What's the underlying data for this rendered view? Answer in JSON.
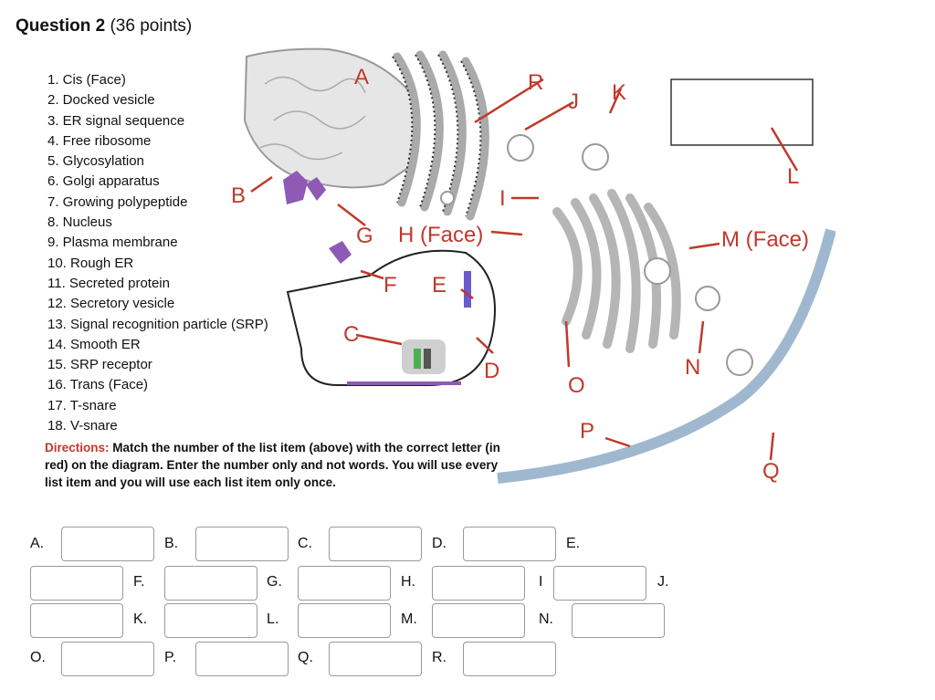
{
  "question": {
    "title": "Question 2",
    "points": "(36 points)"
  },
  "list_items": [
    "1. Cis (Face)",
    "2. Docked vesicle",
    "3. ER signal sequence",
    "4. Free ribosome",
    "5. Glycosylation",
    "6. Golgi apparatus",
    "7. Growing polypeptide",
    "8. Nucleus",
    "9. Plasma membrane",
    "10. Rough ER",
    "11. Secreted protein",
    "12. Secretory vesicle",
    "13. Signal recognition particle (SRP)",
    "14. Smooth ER",
    "15. SRP receptor",
    "16. Trans (Face)",
    "17. T-snare",
    "18. V-snare"
  ],
  "directions": {
    "lead": "Directions:",
    "text": "Match the number of the list item (above) with the correct letter (in red) on the diagram.  Enter the number only and not words.  You will use every list item and you will use each list item only once."
  },
  "diagram_labels": {
    "A": "A",
    "B": "B",
    "C": "C",
    "D": "D",
    "E": "E",
    "F": "F",
    "G": "G",
    "H": "H (Face)",
    "I": "I",
    "J": "J",
    "K": "K",
    "L": "L",
    "M": "M (Face)",
    "N": "N",
    "O": "O",
    "P": "P",
    "Q": "Q",
    "R": "R"
  },
  "answers": {
    "A": {
      "label": "A.",
      "value": ""
    },
    "B": {
      "label": "B.",
      "value": ""
    },
    "C": {
      "label": "C.",
      "value": ""
    },
    "D": {
      "label": "D.",
      "value": ""
    },
    "E": {
      "label": "E.",
      "value": ""
    },
    "F": {
      "label": "F.",
      "value": ""
    },
    "G": {
      "label": "G.",
      "value": ""
    },
    "H": {
      "label": "H.",
      "value": ""
    },
    "I": {
      "label": "I",
      "value": ""
    },
    "J": {
      "label": "J.",
      "value": ""
    },
    "K": {
      "label": "K.",
      "value": ""
    },
    "L": {
      "label": "L.",
      "value": ""
    },
    "M": {
      "label": "M.",
      "value": ""
    },
    "N": {
      "label": "N.",
      "value": ""
    },
    "O": {
      "label": "O.",
      "value": ""
    },
    "P": {
      "label": "P.",
      "value": ""
    },
    "Q": {
      "label": "Q.",
      "value": ""
    },
    "R": {
      "label": "R.",
      "value": ""
    }
  },
  "colors": {
    "label_red": "#c0392b",
    "organelle_gray": "#b5b5b5",
    "ribosome_purple": "#8e5ab5"
  }
}
